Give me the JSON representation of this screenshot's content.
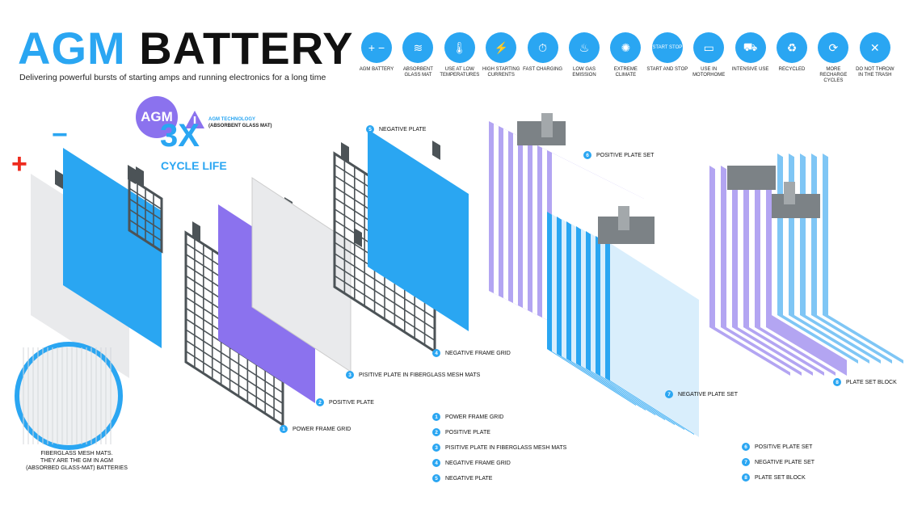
{
  "header": {
    "title_accent": "AGM",
    "title_rest": "BATTERY",
    "subtitle": "Delivering powerful bursts of starting amps and running electronics for a long time"
  },
  "features": [
    {
      "icon": "battery-icon",
      "label": "AGM BATTERY"
    },
    {
      "icon": "glass-mat-icon",
      "label": "ABSORBENT GLASS MAT"
    },
    {
      "icon": "thermometer-icon",
      "label": "USE AT LOW TEMPERATURES"
    },
    {
      "icon": "lightning-icon",
      "label": "HIGH STARTING CURRENTS"
    },
    {
      "icon": "stopwatch-icon",
      "label": "FAST CHARGING"
    },
    {
      "icon": "gas-icon",
      "label": "LOW GAS EMISSION"
    },
    {
      "icon": "sun-snow-icon",
      "label": "EXTREME CLIMATE"
    },
    {
      "icon": "start-stop-icon",
      "label": "START AND STOP"
    },
    {
      "icon": "motorhome-icon",
      "label": "USE IN MOTORHOME"
    },
    {
      "icon": "car-icon",
      "label": "INTENSIVE USE"
    },
    {
      "icon": "recycle-icon",
      "label": "RECYCLED"
    },
    {
      "icon": "recharge-icon",
      "label": "MORE RECHARGE CYCLES"
    },
    {
      "icon": "trash-crossed-icon",
      "label": "DO NOT THROW IN THE TRASH"
    }
  ],
  "badge": {
    "agm": "AGM",
    "multiplier": "3X",
    "cycle_life": "CYCLE LIFE",
    "tech_title": "AGM TECHNOLOGY",
    "tech_sub": "(ABSORBENT GLASS MAT)",
    "start_stop_text": "START STOP"
  },
  "terminals": {
    "plus": "+",
    "minus": "−"
  },
  "fiberglass_note": [
    "FIBERGLASS MESH MATS.",
    "THEY ARE THE GM IN AGM",
    "(ABSORBED GLASS-MAT) BATTERIES"
  ],
  "parts": [
    {
      "n": "1",
      "label": "POWER FRAME GRID"
    },
    {
      "n": "2",
      "label": "POSITIVE PLATE"
    },
    {
      "n": "3",
      "label": "PISITIVE PLATE IN FIBERGLASS MESH MATS"
    },
    {
      "n": "4",
      "label": "NEGATIVE FRAME GRID"
    },
    {
      "n": "5",
      "label": "NEGATIVE PLATE"
    },
    {
      "n": "6",
      "label": "POSITIVE PLATE SET"
    },
    {
      "n": "7",
      "label": "NEGATIVE PLATE SET"
    },
    {
      "n": "8",
      "label": "PLATE SET BLOCK"
    }
  ],
  "colors": {
    "blue": "#2aa6f2",
    "purple": "#8b72ee",
    "grid": "#4c5357",
    "white_plate": "#e9eaec"
  }
}
